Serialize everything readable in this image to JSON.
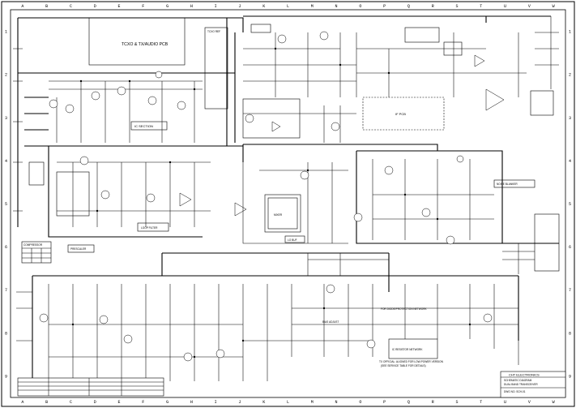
{
  "sheet": {
    "col_letters": [
      "A",
      "B",
      "C",
      "D",
      "E",
      "F",
      "G",
      "H",
      "I",
      "J",
      "K",
      "L",
      "M",
      "N",
      "O",
      "P",
      "Q",
      "R",
      "S",
      "T",
      "U",
      "V",
      "W"
    ],
    "row_numbers": [
      "1",
      "2",
      "3",
      "4",
      "5",
      "6",
      "7",
      "8",
      "9"
    ]
  },
  "blocks": {
    "tcxo_pcb": "TCXO & TX/AUDIO PCB",
    "ic_section": "IC SECTION",
    "rf_pcb": "IF PCB",
    "loop_filter": "LOOP FILTER",
    "prescaler": "PRESCALER",
    "noise_blanker": "NOISE BLANKER",
    "compressor": "COMPRESSOR",
    "lo_buf": "LO BUF",
    "mixer": "MIXER",
    "ic_ref": "TCXO REF"
  },
  "notes": {
    "tx_official_line1": "TX OFFICIAL: ALIGNED FOR LOW-POWER VERSION",
    "tx_official_line2": "(SEE SERVICE TABLE FOR DETAILS)",
    "ic_note": "IC RESISTOR NETWORK",
    "bias_note": "BIAS ADJUST",
    "cr_note": "FOR DIODE/PROTECTION NETWORK"
  },
  "title_block": {
    "company": "CHT ELECTRONICS",
    "line1": "SCHEMATIC DIAGRAM",
    "line2": "DUAL BAND TRANSCEIVER",
    "line3": "DWG NO. SCH-01"
  }
}
